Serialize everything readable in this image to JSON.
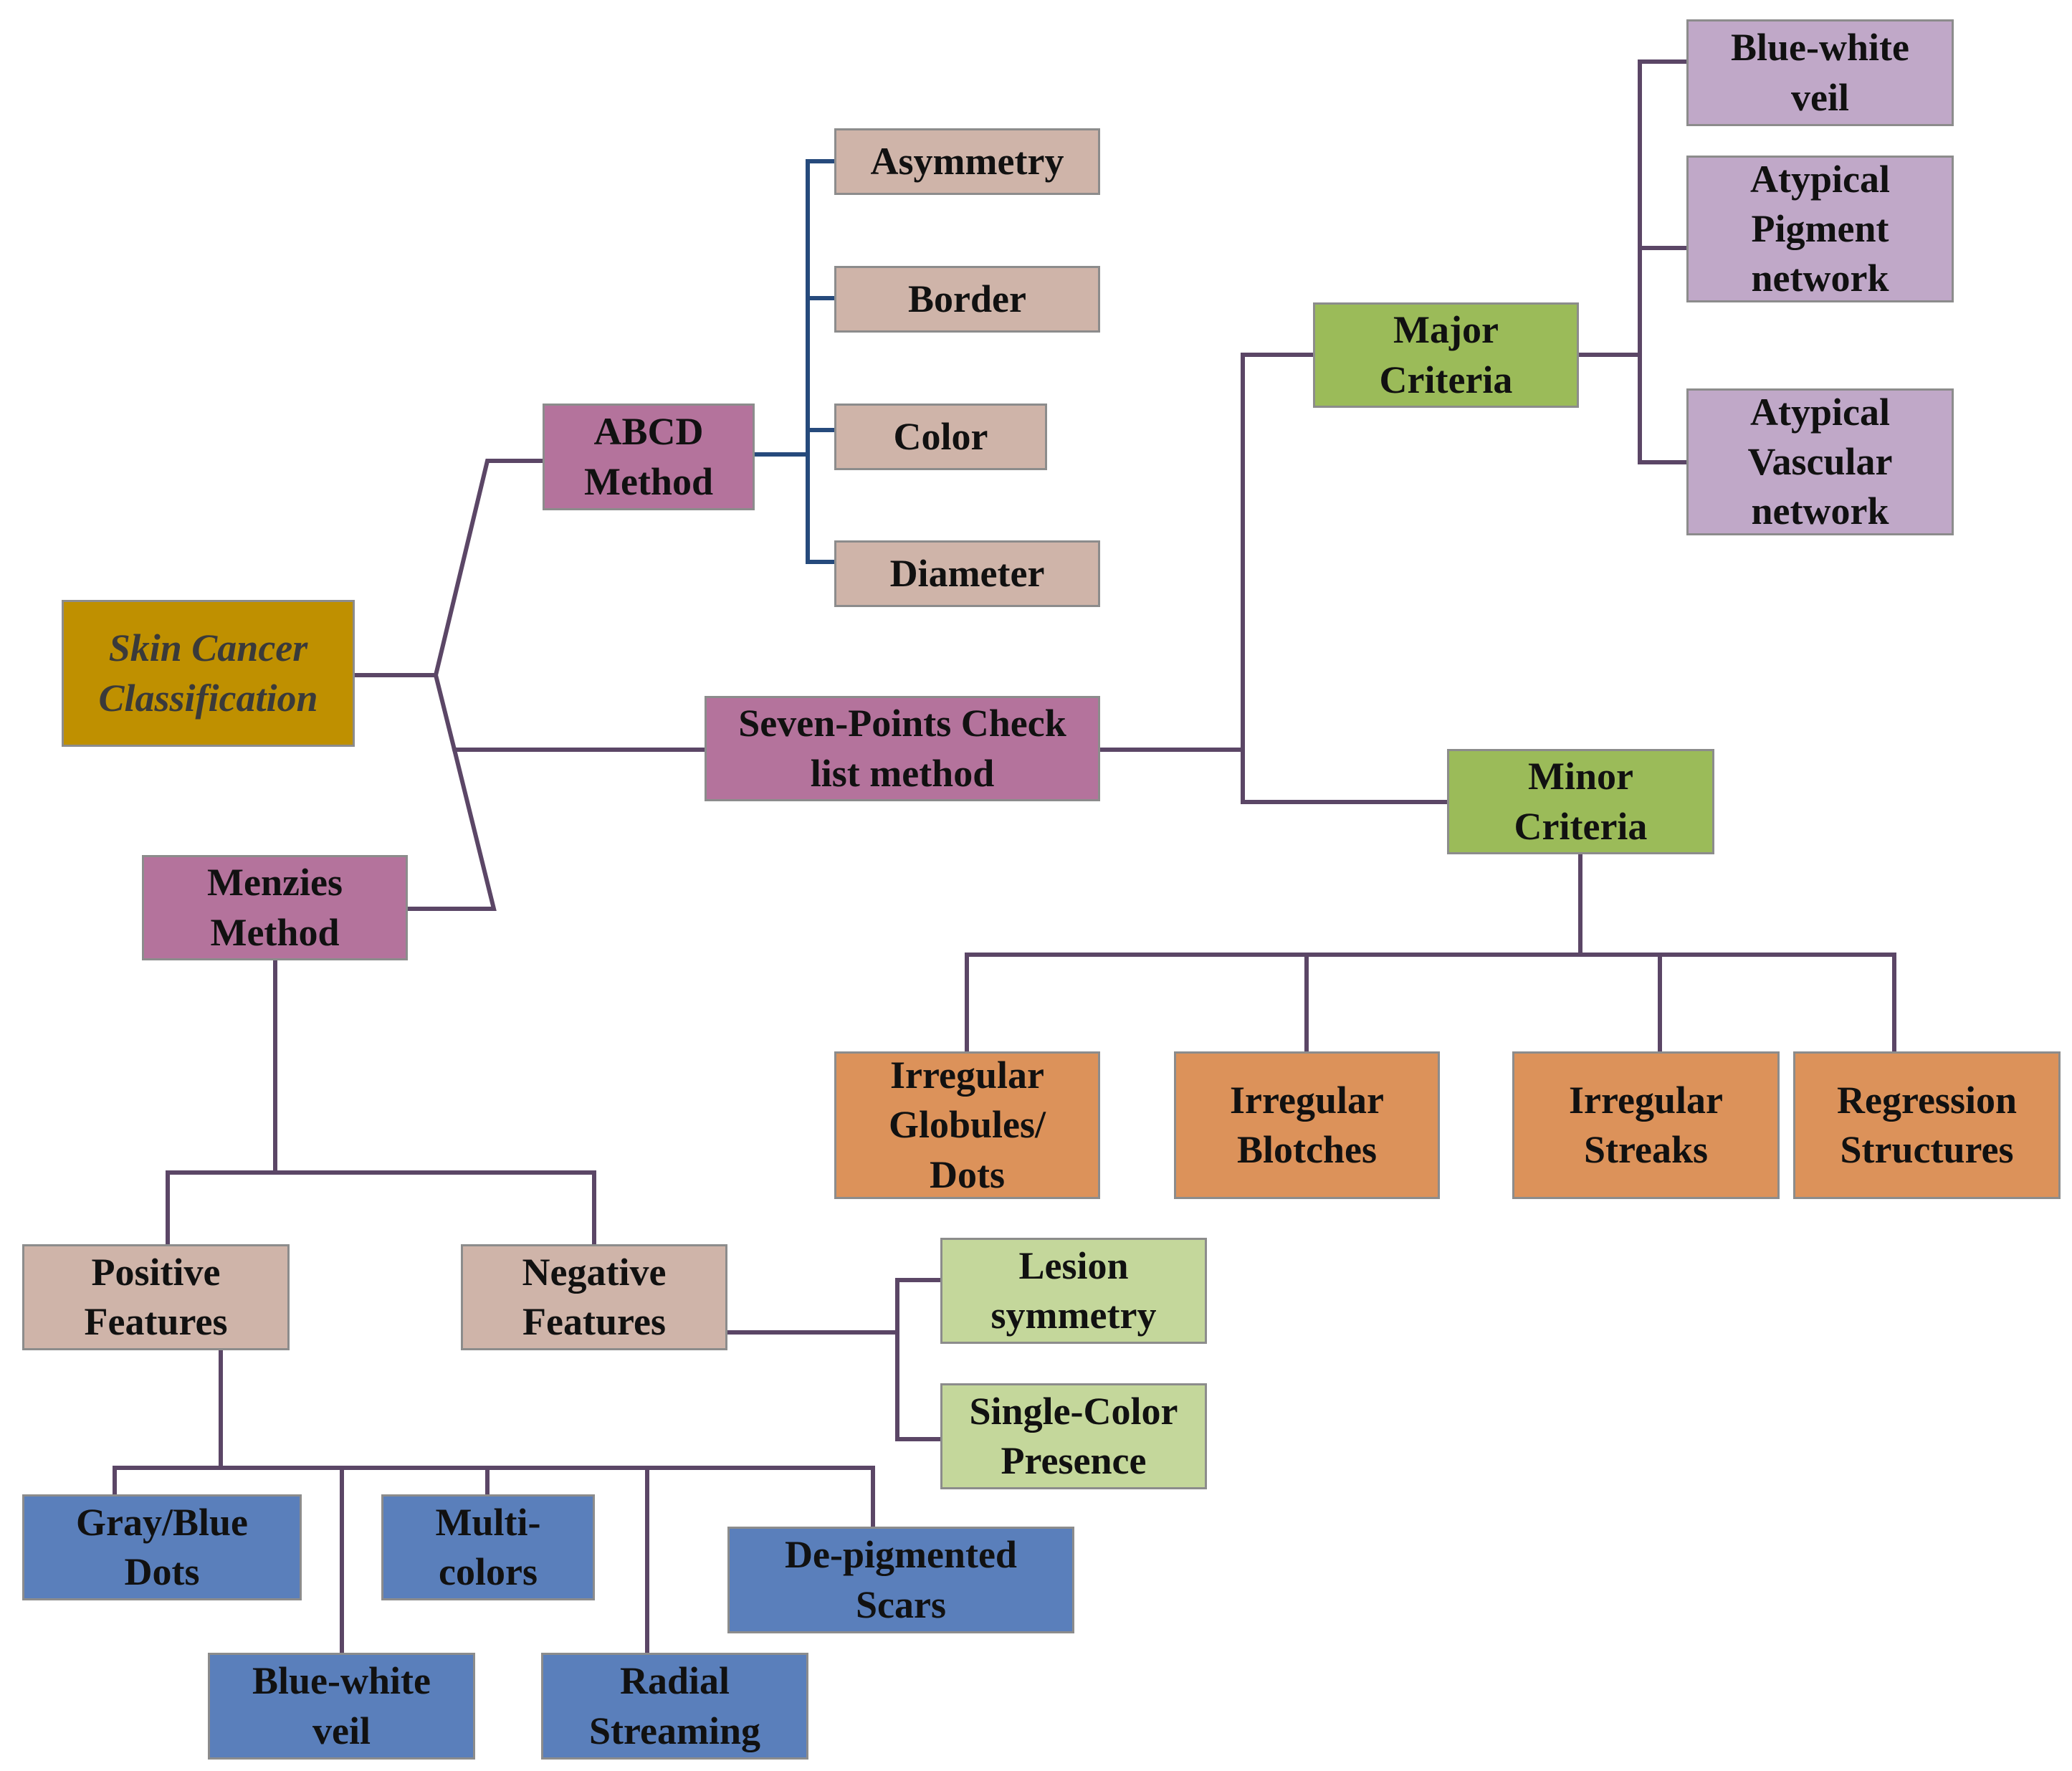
{
  "colors": {
    "root": "#bf9000",
    "method": "#b4739c",
    "tan": "#cfb4a9",
    "purple_light": "#c0a8c8",
    "green": "#9bbb59",
    "orange": "#dc925a",
    "green_light": "#c4d79b",
    "blue": "#5a7fbb",
    "line_main": "#5b4666",
    "line_abcd": "#264a7c"
  },
  "nodes": {
    "root": "Skin Cancer\nClassification",
    "abcd": "ABCD\nMethod",
    "asymmetry": "Asymmetry",
    "border": "Border",
    "color": "Color",
    "diameter": "Diameter",
    "seven_points": "Seven-Points Check\nlist method",
    "major": "Major\nCriteria",
    "minor": "Minor\nCriteria",
    "blue_white_veil_major": "Blue-white\nveil",
    "atypical_pigment": "Atypical\nPigment\nnetwork",
    "atypical_vascular": "Atypical\nVascular\nnetwork",
    "irregular_globules": "Irregular\nGlobules/\nDots",
    "irregular_blotches": "Irregular\nBlotches",
    "irregular_streaks": "Irregular\nStreaks",
    "regression": "Regression\nStructures",
    "menzies": "Menzies\nMethod",
    "positive": "Positive\nFeatures",
    "negative": "Negative\nFeatures",
    "lesion_symmetry": "Lesion\nsymmetry",
    "single_color": "Single-Color\nPresence",
    "gray_blue_dots": "Gray/Blue\nDots",
    "multi_colors": "Multi-\ncolors",
    "depigmented": "De-pigmented\nScars",
    "blue_white_veil_menzies": "Blue-white\nveil",
    "radial_streaming": "Radial\nStreaming"
  }
}
